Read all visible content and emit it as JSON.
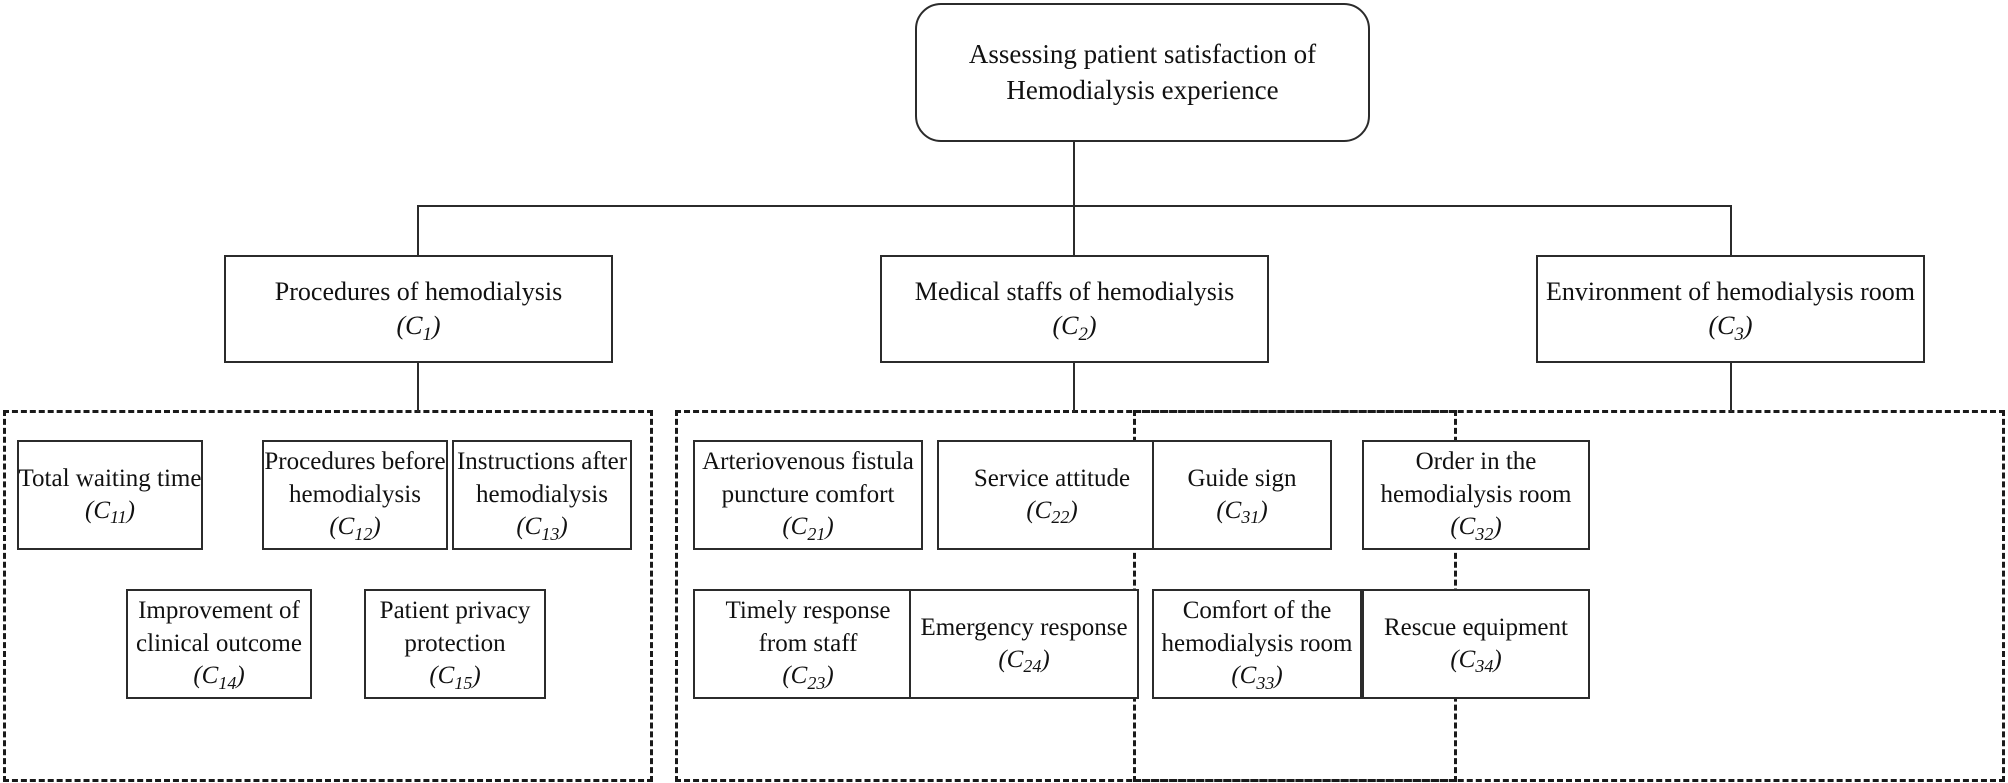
{
  "diagram": {
    "title_text": "Assessing patient satisfaction of Hemodialysis experience",
    "root": {
      "line1": "Assessing patient satisfaction of",
      "line2": "Hemodialysis experience"
    },
    "criteria": [
      {
        "label": "Procedures of hemodialysis",
        "code": "C",
        "code_sub": "1",
        "group_index": 1
      },
      {
        "label": "Medical staffs of hemodialysis",
        "code": "C",
        "code_sub": "2",
        "group_index": 2
      },
      {
        "label": "Environment of hemodialysis room",
        "code": "C",
        "code_sub": "3",
        "group_index": 3
      }
    ],
    "subcriteria": {
      "group1": [
        {
          "line1": "Total waiting time",
          "line2": "",
          "code": "C",
          "code_sub": "11"
        },
        {
          "line1": "Procedures before",
          "line2": "hemodialysis",
          "code": "C",
          "code_sub": "12"
        },
        {
          "line1": "Instructions after",
          "line2": "hemodialysis",
          "code": "C",
          "code_sub": "13"
        },
        {
          "line1": "Improvement of",
          "line2": "clinical outcome",
          "code": "C",
          "code_sub": "14"
        },
        {
          "line1": "Patient privacy",
          "line2": "protection",
          "code": "C",
          "code_sub": "15"
        }
      ],
      "group2": [
        {
          "line1": "Arteriovenous fistula",
          "line2": "puncture comfort",
          "code": "C",
          "code_sub": "21"
        },
        {
          "line1": "Service attitude",
          "line2": "",
          "code": "C",
          "code_sub": "22"
        },
        {
          "line1": "Timely response",
          "line2": "from staff",
          "code": "C",
          "code_sub": "23"
        },
        {
          "line1": "Emergency response",
          "line2": "",
          "code": "C",
          "code_sub": "24"
        }
      ],
      "group3": [
        {
          "line1": "Guide sign",
          "line2": "",
          "code": "C",
          "code_sub": "31"
        },
        {
          "line1": "Order in the",
          "line2": "hemodialysis room",
          "code": "C",
          "code_sub": "32"
        },
        {
          "line1": "Comfort of the",
          "line2": "hemodialysis room",
          "code": "C",
          "code_sub": "33"
        },
        {
          "line1": "Rescue equipment",
          "line2": "",
          "code": "C",
          "code_sub": "34"
        }
      ]
    },
    "colors": {
      "stroke": "#2b2b2b",
      "dashed_stroke": "#1a1a1a",
      "background": "#ffffff",
      "text": "#111111"
    }
  }
}
